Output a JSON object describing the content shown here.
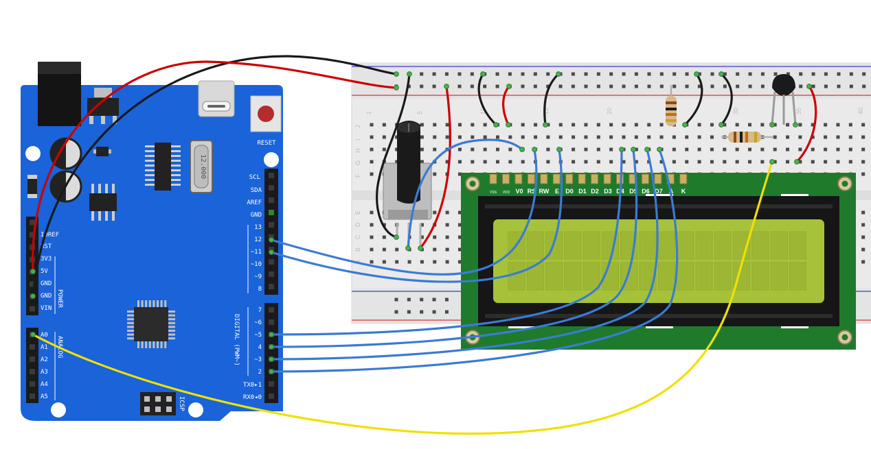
{
  "arduino": {
    "reset_label": "RESET",
    "crystal_label": "12.000",
    "digital_label": "DIGITAL (PWM~)",
    "analog_label": "ANALOG",
    "power_label": "POWER",
    "icsp_label": "ICSP",
    "top_right_labels": [
      "SCL",
      "SDA",
      "AREF",
      "GND"
    ],
    "digital_high_labels": [
      "13",
      "12",
      "~11",
      "~10",
      "~9",
      "8"
    ],
    "digital_low_labels": [
      "7",
      "~6",
      "~5",
      "4",
      "~3",
      "2",
      "TX0▸1",
      "RX0◂0"
    ],
    "power_pin_labels": [
      "IOREF",
      "RST",
      "3V3",
      "5V",
      "GND",
      "GND",
      "VIN"
    ],
    "analog_pin_labels": [
      "A0",
      "A1",
      "A2",
      "A3",
      "A4",
      "A5"
    ]
  },
  "lcd": {
    "pin_labels": [
      "VSS",
      "VDD",
      "V0",
      "RS",
      "RW",
      "E",
      "D0",
      "D1",
      "D2",
      "D3",
      "D4",
      "D5",
      "D6",
      "D7",
      "A",
      "K"
    ]
  },
  "breadboard": {
    "column_numbers": [
      "1",
      "5",
      "10",
      "15",
      "20",
      "25",
      "30",
      "35",
      "40"
    ],
    "row_letters_top": [
      "J",
      "I",
      "H",
      "G",
      "F"
    ],
    "row_letters_bottom": [
      "E",
      "D",
      "C",
      "B",
      "A"
    ],
    "colors": {
      "body": "#eaeaea",
      "rail_red": "#d9333a",
      "rail_blue": "#3a3ad9"
    }
  },
  "colors": {
    "arduino_board": "#1a63d9",
    "lcd_pcb": "#1f7a2c",
    "lcd_screen": "#a6c23a",
    "wire_red": "#cc0000",
    "wire_black": "#1a1a1a",
    "wire_blue": "#3a7bd5",
    "wire_yellow": "#f0e000"
  }
}
